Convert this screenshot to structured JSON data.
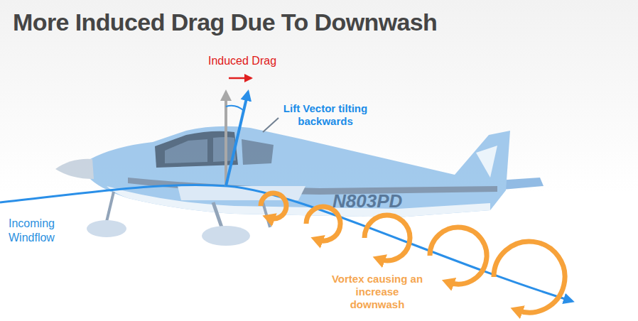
{
  "diagram": {
    "title": "More Induced Drag Due To Downwash",
    "labels": [
      "Induced Drag",
      "Lift Vector tilting backwards",
      "Incoming Windflow",
      "Vortex causing an increase downwash",
      "N803PD"
    ]
  }
}
